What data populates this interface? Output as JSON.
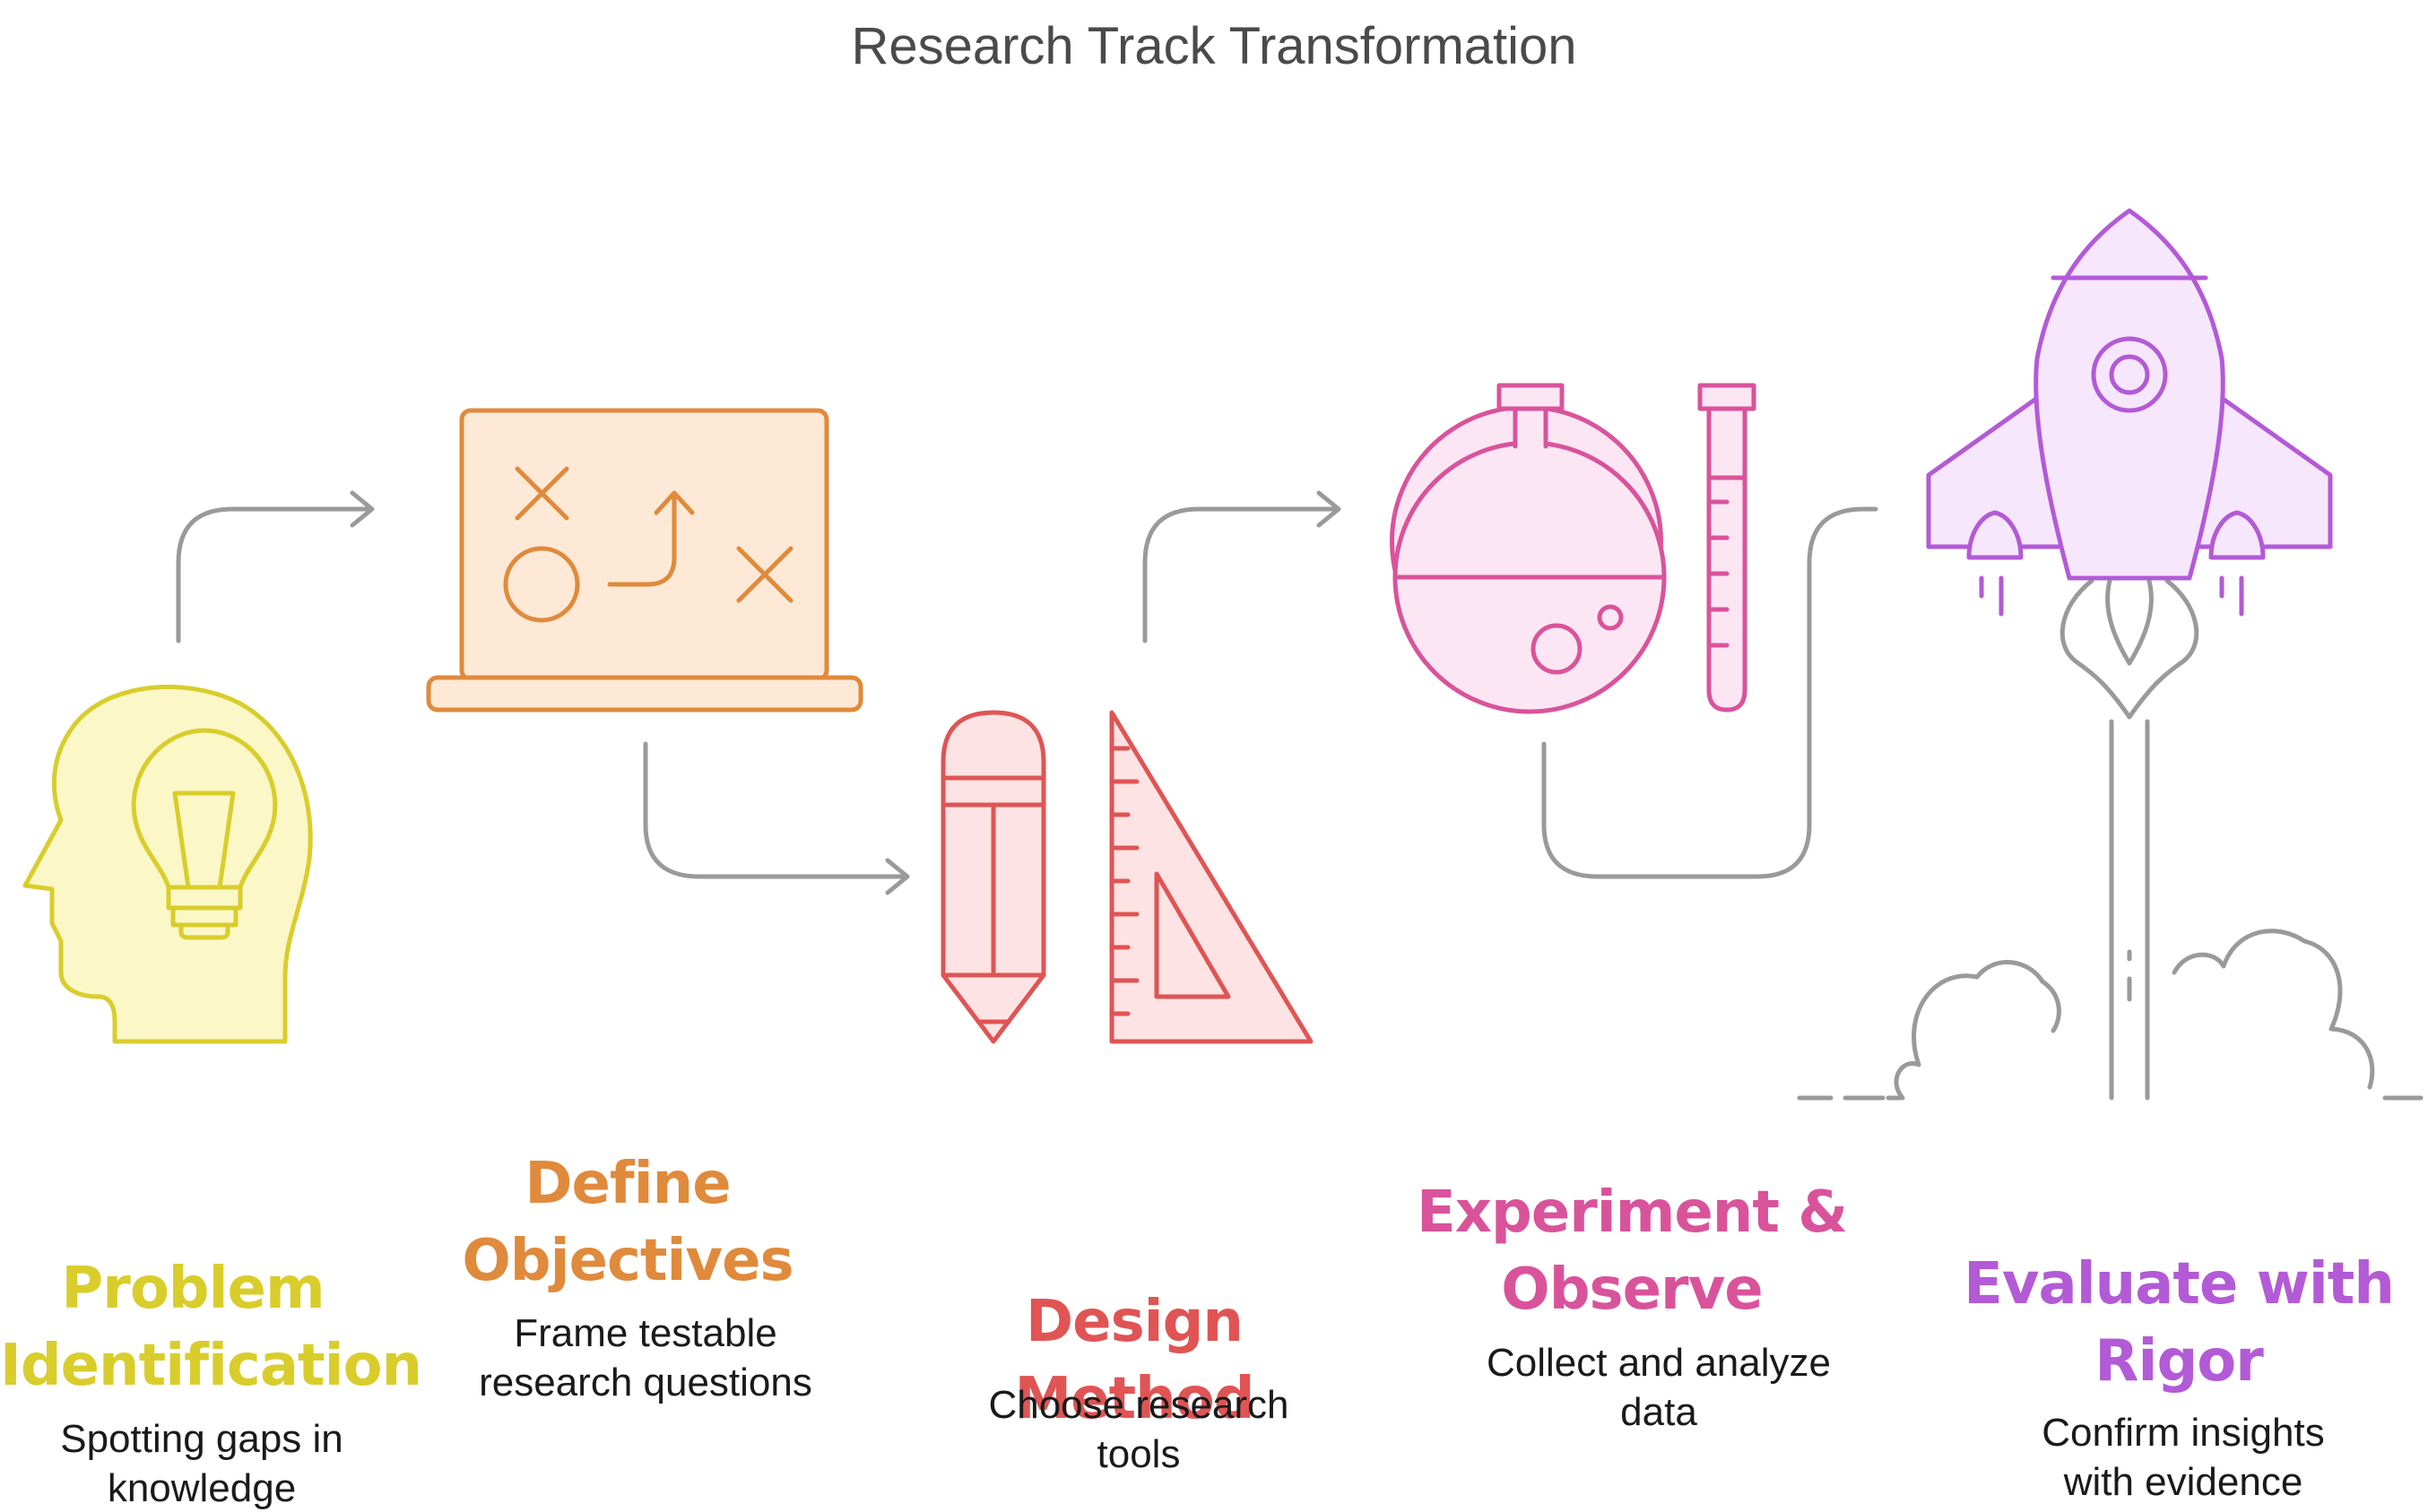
{
  "title": "Research Track Transformation",
  "colors": {
    "connector": "#9a9a9a",
    "problem": "#d9cd2c",
    "objectives": "#e08a3c",
    "method": "#e05454",
    "experiment": "#d9539b",
    "evaluate": "#b35ad6"
  },
  "stages": [
    {
      "name": "Problem Identification",
      "line1": "Problem",
      "line2": "Identification",
      "desc1": "Spotting gaps in",
      "desc2": "knowledge",
      "icon": "head-lightbulb-icon"
    },
    {
      "name": "Define Objectives",
      "line1": "Define",
      "line2": "Objectives",
      "desc1": "Frame testable",
      "desc2": "research questions",
      "icon": "strategy-board-icon"
    },
    {
      "name": "Design Method",
      "line1": "Design Method",
      "desc1": "Choose research",
      "desc2": "tools",
      "icon": "pencil-ruler-icon"
    },
    {
      "name": "Experiment & Observe",
      "line1": "Experiment &",
      "line2": "Observe",
      "desc1": "Collect and analyze",
      "desc2": "data",
      "icon": "flask-testtube-icon"
    },
    {
      "name": "Evaluate with Rigor",
      "line1": "Evaluate with",
      "line2": "Rigor",
      "desc1": "Confirm insights",
      "desc2": "with evidence",
      "icon": "rocket-launch-icon"
    }
  ]
}
